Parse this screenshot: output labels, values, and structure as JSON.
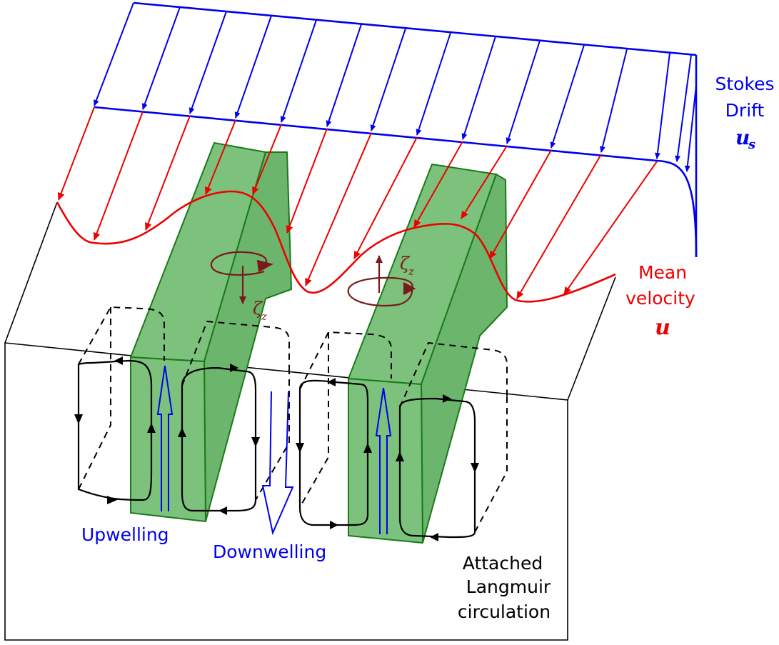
{
  "colors": {
    "stokes": "#0000ee",
    "mean": "#ee0000",
    "cell_fill": "#7cc17c",
    "cell_stroke": "#1a7a1a",
    "vortex": "#7a1a1a",
    "circulation": "#000000",
    "flow_arrow": "#0000ee"
  },
  "labels": {
    "stokes_line1": "Stokes",
    "stokes_line2": "Drift",
    "stokes_symbol": "u",
    "stokes_subscript": "s",
    "mean_line1": "Mean",
    "mean_line2": "velocity",
    "mean_symbol": "u",
    "vorticity_symbol": "ζ",
    "vorticity_subscript": "z",
    "upwelling": "Upwelling",
    "downwelling": "Downwelling",
    "attached_line1": "Attached",
    "attached_line2": "Langmuir",
    "attached_line3": "circulation"
  }
}
